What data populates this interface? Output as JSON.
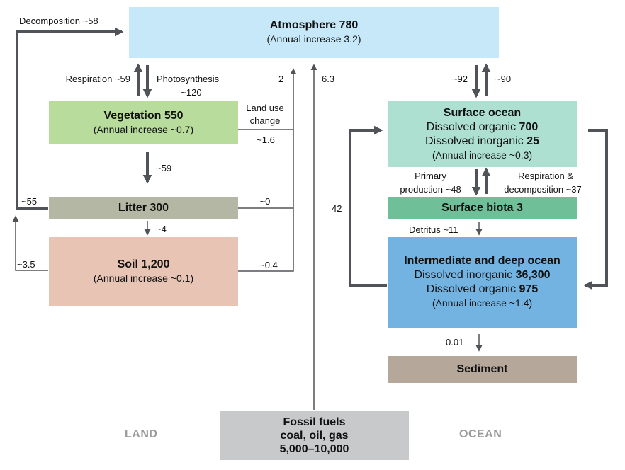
{
  "boxes": {
    "atmosphere": {
      "title": "Atmosphere 780",
      "sub": "(Annual increase 3.2)",
      "color": "#c6e8f9"
    },
    "vegetation": {
      "title": "Vegetation 550",
      "sub": "(Annual increase ~0.7)",
      "color": "#b7dc9b"
    },
    "litter": {
      "title": "Litter 300",
      "color": "#b4b7a4"
    },
    "soil": {
      "title": "Soil 1,200",
      "sub": "(Annual increase ~0.1)",
      "color": "#e7c4b4"
    },
    "surface_ocean": {
      "title": "Surface ocean",
      "line1_text": "Dissolved organic ",
      "line1_value": "700",
      "line2_text": "Dissolved inorganic ",
      "line2_value": "25",
      "sub": "(Annual increase ~0.3)",
      "color": "#aee0d2"
    },
    "surface_biota": {
      "title": "Surface biota 3",
      "color": "#6fbf98"
    },
    "deep_ocean": {
      "title": "Intermediate and deep ocean",
      "line1_text": "Dissolved inorganic ",
      "line1_value": "36,300",
      "line2_text": "Dissolved organic ",
      "line2_value": "975",
      "sub": "(Annual increase ~1.4)",
      "color": "#73b3e2"
    },
    "sediment": {
      "title": "Sediment",
      "color": "#b5a89a"
    },
    "fossil": {
      "line1": "Fossil fuels",
      "line2": "coal, oil, gas",
      "line3": "5,000–10,000",
      "color": "#c8c9cb"
    }
  },
  "flows": {
    "decomposition": "Decomposition ~58",
    "respiration": "Respiration ~59",
    "photosynthesis_1": "Photosynthesis",
    "photosynthesis_2": "~120",
    "land_use_1": "Land use",
    "land_use_2": "change",
    "land_use_value": "~1.6",
    "veg_to_litter": "~59",
    "litter_decomp": "~55",
    "litter_to_soil": "~4",
    "soil_to_litter": "~3.5",
    "litter_to_land_use": "~0",
    "soil_to_land_use": "~0.4",
    "land_use_to_atm": "2",
    "fossil_to_atm": "6.3",
    "ocean_down": "~92",
    "ocean_up": "~90",
    "primary_1": "Primary",
    "primary_2": "production ~48",
    "resp_decomp_1": "Respiration &",
    "resp_decomp_2": "decomposition ~37",
    "detritus": "Detritus ~11",
    "upwelling": "42",
    "to_sediment": "0.01"
  },
  "regions": {
    "land": "LAND",
    "ocean": "OCEAN"
  },
  "colors": {
    "arrow": "#505458"
  }
}
